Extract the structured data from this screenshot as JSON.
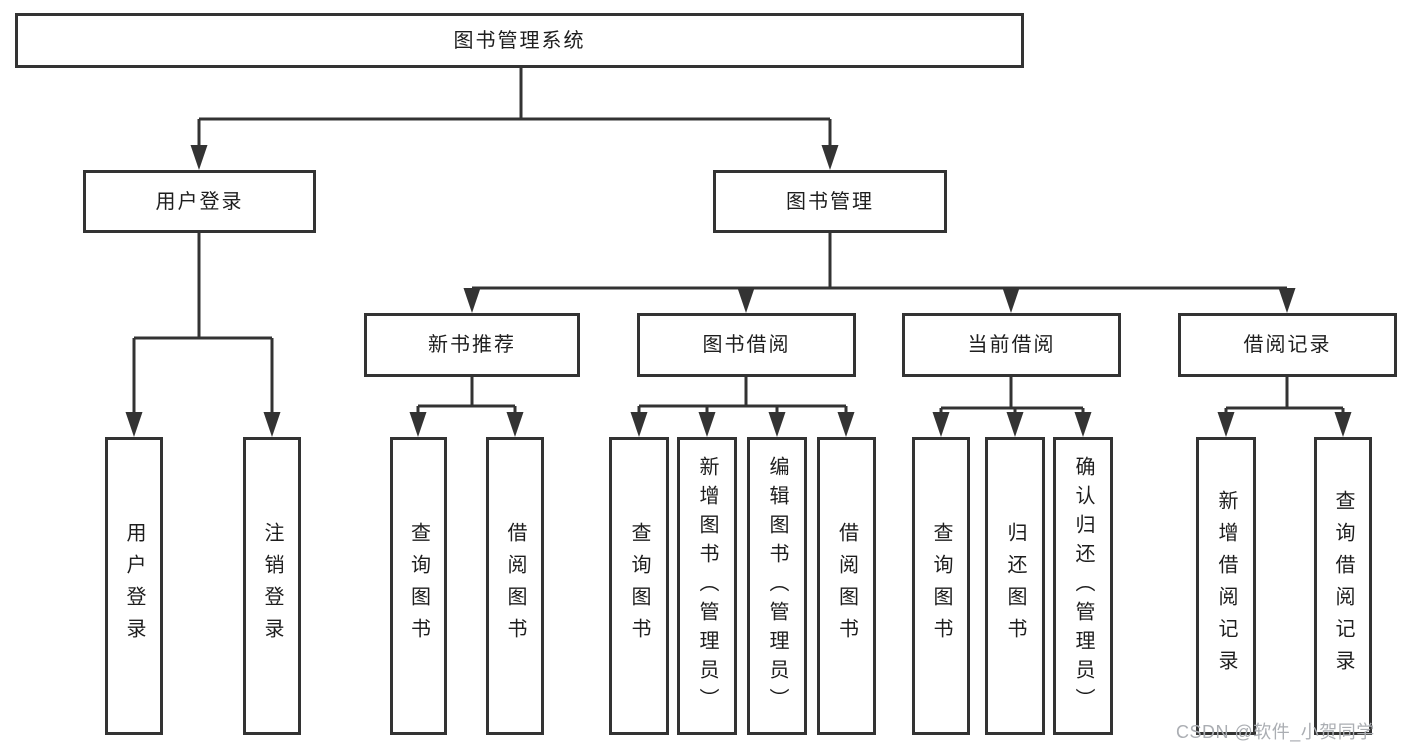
{
  "diagram": {
    "type": "function-structure-tree",
    "colors": {
      "line": "#333333",
      "box_border": "#333333",
      "text": "#1e1e1e",
      "background": "#ffffff",
      "watermark": "#abaeb3"
    },
    "tree": {
      "root": {
        "label": "图书管理系统"
      },
      "level2": [
        {
          "label": "用户登录"
        },
        {
          "label": "图书管理"
        }
      ],
      "level3": [
        {
          "label": "新书推荐",
          "parent": "图书管理"
        },
        {
          "label": "图书借阅",
          "parent": "图书管理"
        },
        {
          "label": "当前借阅",
          "parent": "图书管理"
        },
        {
          "label": "借阅记录",
          "parent": "图书管理"
        }
      ],
      "leaves": [
        {
          "label": "用户登录",
          "parent": "用户登录"
        },
        {
          "label": "注销登录",
          "parent": "用户登录"
        },
        {
          "label": "查询图书",
          "parent": "新书推荐"
        },
        {
          "label": "借阅图书",
          "parent": "新书推荐"
        },
        {
          "label": "查询图书",
          "parent": "图书借阅"
        },
        {
          "label": "新增图书（管理员）",
          "parent": "图书借阅"
        },
        {
          "label": "编辑图书（管理员）",
          "parent": "图书借阅"
        },
        {
          "label": "借阅图书",
          "parent": "图书借阅"
        },
        {
          "label": "查询图书",
          "parent": "当前借阅"
        },
        {
          "label": "归还图书",
          "parent": "当前借阅"
        },
        {
          "label": "确认归还（管理员）",
          "parent": "当前借阅"
        },
        {
          "label": "新增借阅记录",
          "parent": "借阅记录"
        },
        {
          "label": "查询借阅记录",
          "parent": "借阅记录"
        }
      ]
    },
    "watermark": {
      "text": "CSDN @软件_小贺同学"
    }
  }
}
